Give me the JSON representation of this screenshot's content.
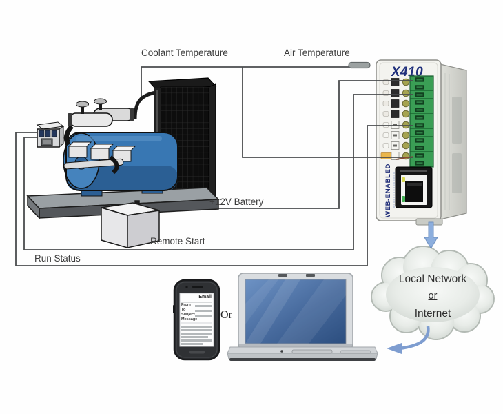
{
  "labels": {
    "coolant_temperature": "Coolant Temperature",
    "air_temperature": "Air Temperature",
    "battery_12v": "+12V Battery",
    "remote_start": "Remote Start",
    "run_status": "Run Status",
    "or_connector": "Or"
  },
  "controller": {
    "model": "X410",
    "vertical_label": "WEB-ENABLED"
  },
  "cloud": {
    "line1": "Local Network",
    "line2": "or",
    "line3": "Internet"
  },
  "phone": {
    "screen_title": "Email",
    "fields": [
      "From",
      "To",
      "Subject",
      "Message"
    ]
  },
  "colors": {
    "wire": "#4a4c4e",
    "generator_blue": "#3877b3",
    "terminal_green": "#3a9e55",
    "logo_navy": "#20307c",
    "arrow_blue": "#8caedd",
    "laptop_screen_blue": "#3f6496"
  }
}
